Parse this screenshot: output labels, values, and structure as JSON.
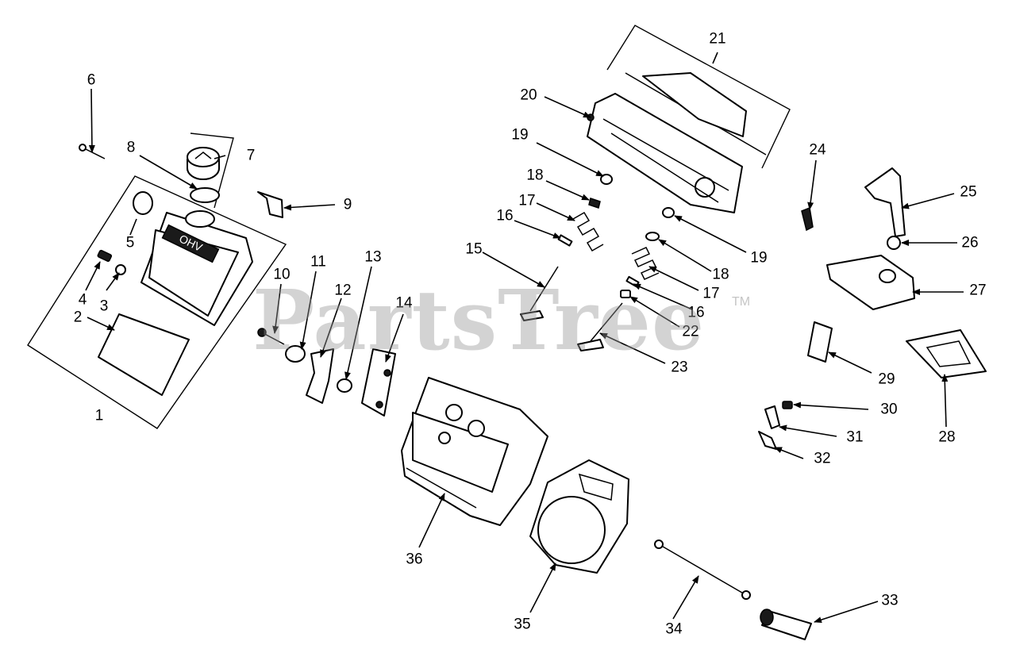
{
  "watermark": {
    "text": "PartsTree",
    "tm": "TM"
  },
  "labels": [
    "1",
    "2",
    "3",
    "4",
    "5",
    "6",
    "7",
    "8",
    "9",
    "10",
    "11",
    "12",
    "13",
    "14",
    "15",
    "16",
    "17",
    "18",
    "19",
    "20",
    "21",
    "22",
    "23",
    "24",
    "25",
    "26",
    "27",
    "28",
    "29",
    "30",
    "31",
    "32",
    "33",
    "34",
    "35",
    "36"
  ],
  "right_valve_labels": {
    "l16": "16",
    "l17": "17",
    "l18": "18",
    "l19": "19"
  },
  "colors": {
    "line": "#000000",
    "background": "#ffffff",
    "watermark": "#969696"
  }
}
